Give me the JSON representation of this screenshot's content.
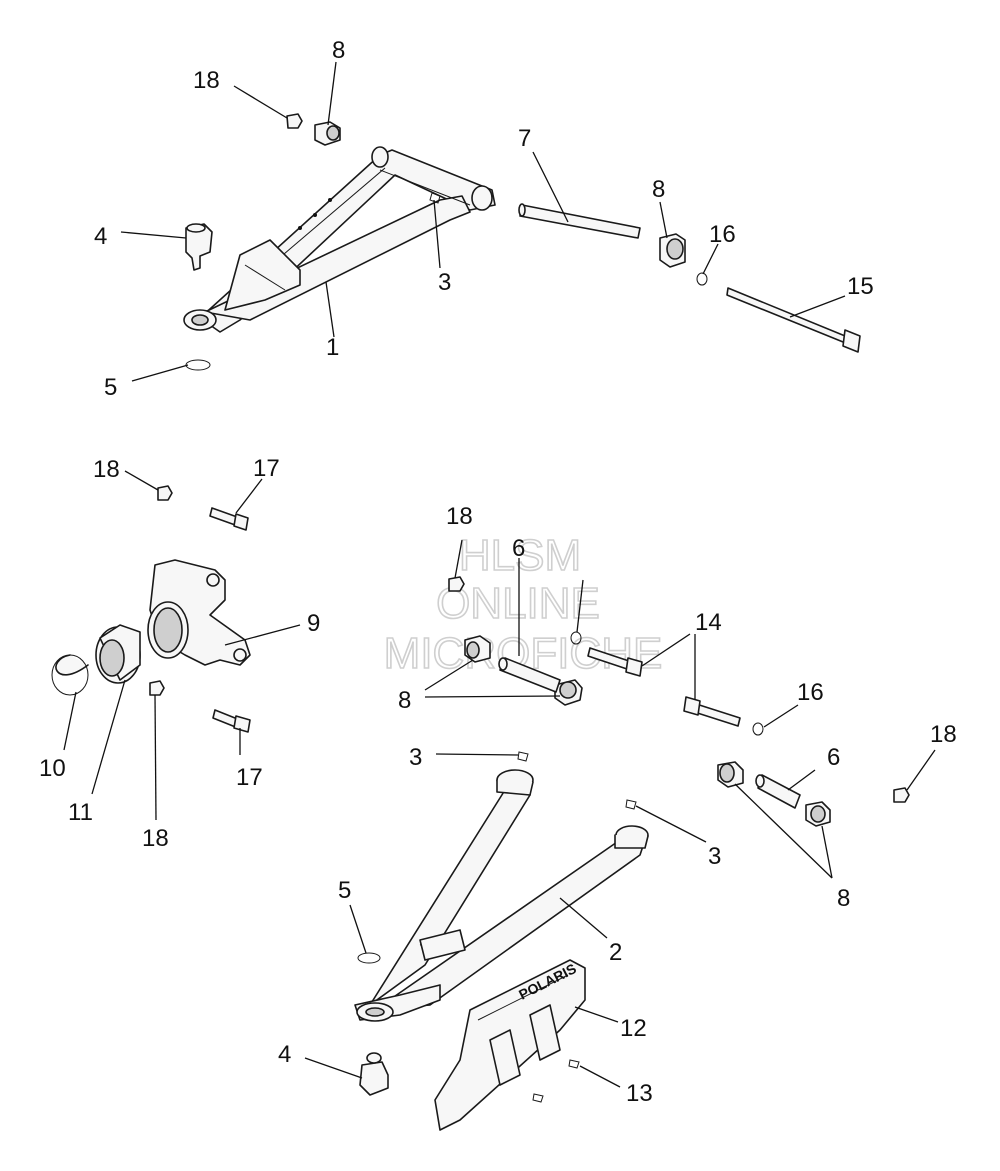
{
  "diagram": {
    "callouts": [
      {
        "id": "c1",
        "label": "1"
      },
      {
        "id": "c2",
        "label": "2"
      },
      {
        "id": "c3a",
        "label": "3"
      },
      {
        "id": "c3b",
        "label": "3"
      },
      {
        "id": "c3c",
        "label": "3"
      },
      {
        "id": "c4a",
        "label": "4"
      },
      {
        "id": "c4b",
        "label": "4"
      },
      {
        "id": "c5a",
        "label": "5"
      },
      {
        "id": "c5b",
        "label": "5"
      },
      {
        "id": "c6a",
        "label": "6"
      },
      {
        "id": "c6b",
        "label": "6"
      },
      {
        "id": "c7",
        "label": "7"
      },
      {
        "id": "c8a",
        "label": "8"
      },
      {
        "id": "c8b",
        "label": "8"
      },
      {
        "id": "c8c",
        "label": "8"
      },
      {
        "id": "c8d",
        "label": "8"
      },
      {
        "id": "c9",
        "label": "9"
      },
      {
        "id": "c10",
        "label": "10"
      },
      {
        "id": "c11",
        "label": "11"
      },
      {
        "id": "c12",
        "label": "12"
      },
      {
        "id": "c13",
        "label": "13"
      },
      {
        "id": "c14",
        "label": "14"
      },
      {
        "id": "c15",
        "label": "15"
      },
      {
        "id": "c16a",
        "label": "16"
      },
      {
        "id": "c16b",
        "label": "16"
      },
      {
        "id": "c17a",
        "label": "17"
      },
      {
        "id": "c17b",
        "label": "17"
      },
      {
        "id": "c18a",
        "label": "18"
      },
      {
        "id": "c18b",
        "label": "18"
      },
      {
        "id": "c18c",
        "label": "18"
      },
      {
        "id": "c18d",
        "label": "18"
      },
      {
        "id": "c18e",
        "label": "18"
      }
    ],
    "watermark": [
      "HLSM",
      "ONLINE",
      "MICROFICHE"
    ],
    "logo_text": "POLARIS"
  }
}
